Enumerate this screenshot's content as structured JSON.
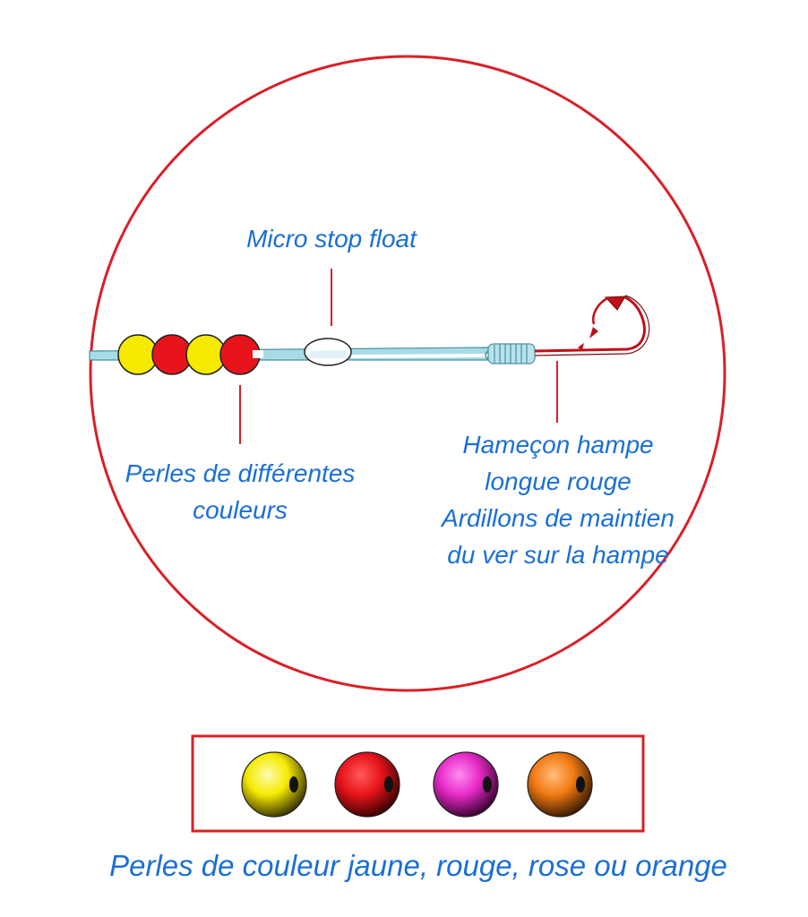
{
  "labels": {
    "stop_float": "Micro stop float",
    "beads_line1": "Perles de différentes",
    "beads_line2": "couleurs",
    "hook_line1": "Hameçon hampe",
    "hook_line2": "longue rouge",
    "hook_line3": "Ardillons de maintien",
    "hook_line4": "du ver sur la hampe"
  },
  "caption": "Perles de couleur jaune, rouge, rose ou orange",
  "colors": {
    "frame": "#d92027",
    "text": "#1a6fd6",
    "line": "#a9dbe6",
    "yellow": "#f5ea00",
    "red": "#e8141b",
    "pink": "#e82ac8",
    "orange": "#f27a13",
    "hook": "#c01018"
  },
  "beads_on_line": [
    "yellow",
    "red",
    "yellow",
    "red"
  ],
  "bead_swatches": [
    "yellow",
    "red",
    "pink",
    "orange"
  ]
}
